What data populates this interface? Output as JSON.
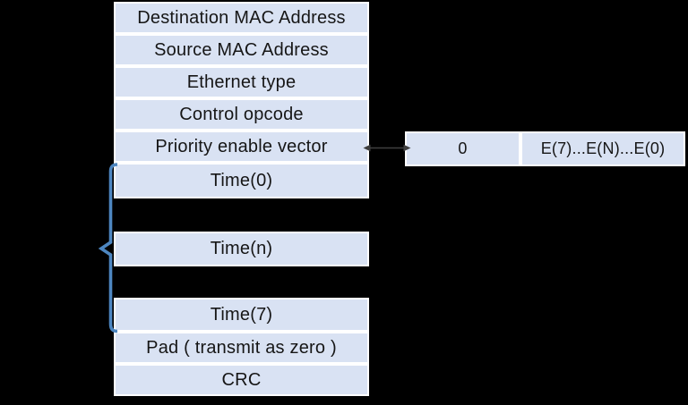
{
  "colors": {
    "background": "#000000",
    "box_fill": "#d9e2f3",
    "box_border": "#ffffff",
    "text": "#161616",
    "brace": "#4d86c0",
    "arrow": "#3f3f3f"
  },
  "frame": {
    "fields": [
      "Destination MAC Address",
      "Source MAC Address",
      "Ethernet type",
      "Control opcode",
      "Priority enable vector",
      "Time(0)",
      "Time(n)",
      "Time(7)",
      "Pad ( transmit as zero )",
      "CRC"
    ]
  },
  "priority_vector_detail": {
    "cells": [
      "0",
      "E(7)...E(N)...E(0)"
    ]
  }
}
